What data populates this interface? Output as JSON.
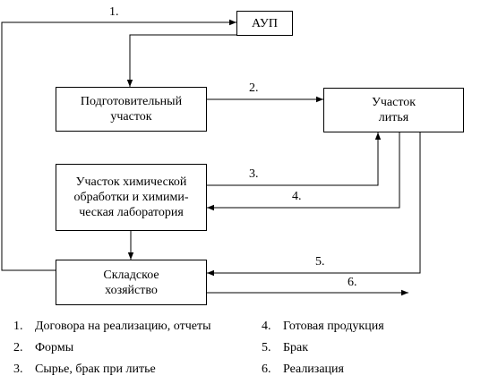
{
  "boxes": {
    "aup": "АУП",
    "prep_line1": "Подготовительный",
    "prep_line2": "участок",
    "casting_line1": "Участок",
    "casting_line2": "литья",
    "chem_line1": "Участок химической",
    "chem_line2": "обработки и химими-",
    "chem_line3": "ческая лаборатория",
    "warehouse_line1": "Складское",
    "warehouse_line2": "хозяйство"
  },
  "arrow_labels": {
    "a1": "1.",
    "a2": "2.",
    "a3": "3.",
    "a4": "4.",
    "a5": "5.",
    "a6": "6."
  },
  "legend": [
    {
      "num": "1.",
      "text": "Договора на реализацию, отчеты"
    },
    {
      "num": "2.",
      "text": "Формы"
    },
    {
      "num": "3.",
      "text": "Сырье, брак при литье"
    },
    {
      "num": "4.",
      "text": "Готовая продукция"
    },
    {
      "num": "5.",
      "text": "Брак"
    },
    {
      "num": "6.",
      "text": "Реализация"
    }
  ]
}
